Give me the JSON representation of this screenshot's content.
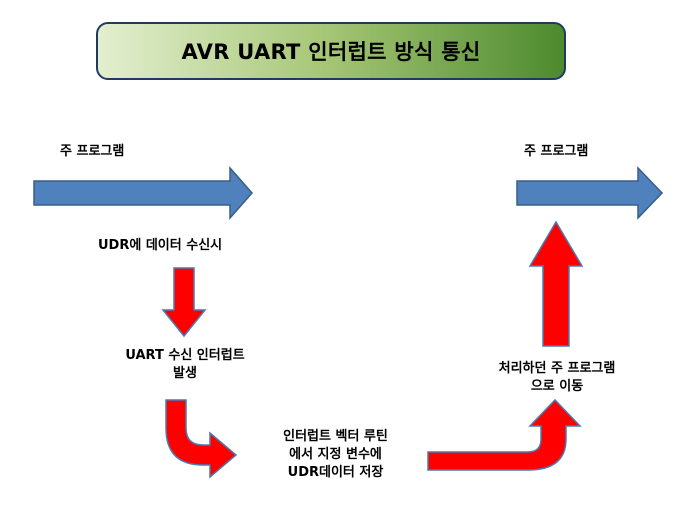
{
  "title": "AVR UART 인터럽트 방식 통신",
  "labels": {
    "main_program_left": "주 프로그램",
    "main_program_right": "주 프로그램",
    "udr_receive": "UDR에 데이터 수신시",
    "uart_interrupt_line1": "UART 수신 인터럽트",
    "uart_interrupt_line2": "발생",
    "vector_routine_line1": "인터럽트 벡터 루틴",
    "vector_routine_line2": "에서 지정 변수에",
    "vector_routine_line3": "UDR데이터 저장",
    "return_line1": "처리하던 주 프로그램",
    "return_line2": "으로 이동"
  },
  "colors": {
    "blue_arrow": "#4f81bd",
    "blue_arrow_border": "#385d8a",
    "red_arrow": "#ff0000",
    "red_arrow_border": "#4a7ab0",
    "title_border": "#1f3c60"
  }
}
